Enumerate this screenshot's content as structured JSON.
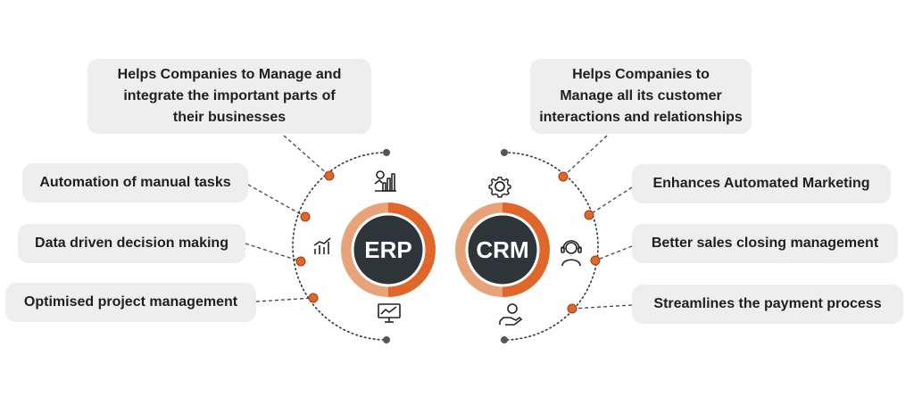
{
  "erp": {
    "label": "ERP",
    "boxes": [
      {
        "lines": [
          "Helps Companies to Manage and",
          "integrate the important parts of",
          "their businesses"
        ]
      },
      {
        "lines": [
          "Automation of manual tasks"
        ]
      },
      {
        "lines": [
          "Data driven decision making"
        ]
      },
      {
        "lines": [
          "Optimised project management"
        ]
      }
    ],
    "icons": [
      "analytics-chart-icon",
      "bar-chart-icon",
      "monitor-graph-icon"
    ]
  },
  "crm": {
    "label": "CRM",
    "boxes": [
      {
        "lines": [
          "Helps Companies to",
          "Manage all its customer",
          "interactions and relationships"
        ]
      },
      {
        "lines": [
          "Enhances Automated Marketing"
        ]
      },
      {
        "lines": [
          "Better sales closing management"
        ]
      },
      {
        "lines": [
          "Streamlines the payment process"
        ]
      }
    ],
    "icons": [
      "gear-icon",
      "support-agent-icon",
      "hand-money-icon"
    ]
  },
  "colors": {
    "accent": "#e0662a",
    "accent_light": "#e9a37b",
    "core": "#2d3538",
    "box": "#eeeeee",
    "dot": "#555555"
  }
}
